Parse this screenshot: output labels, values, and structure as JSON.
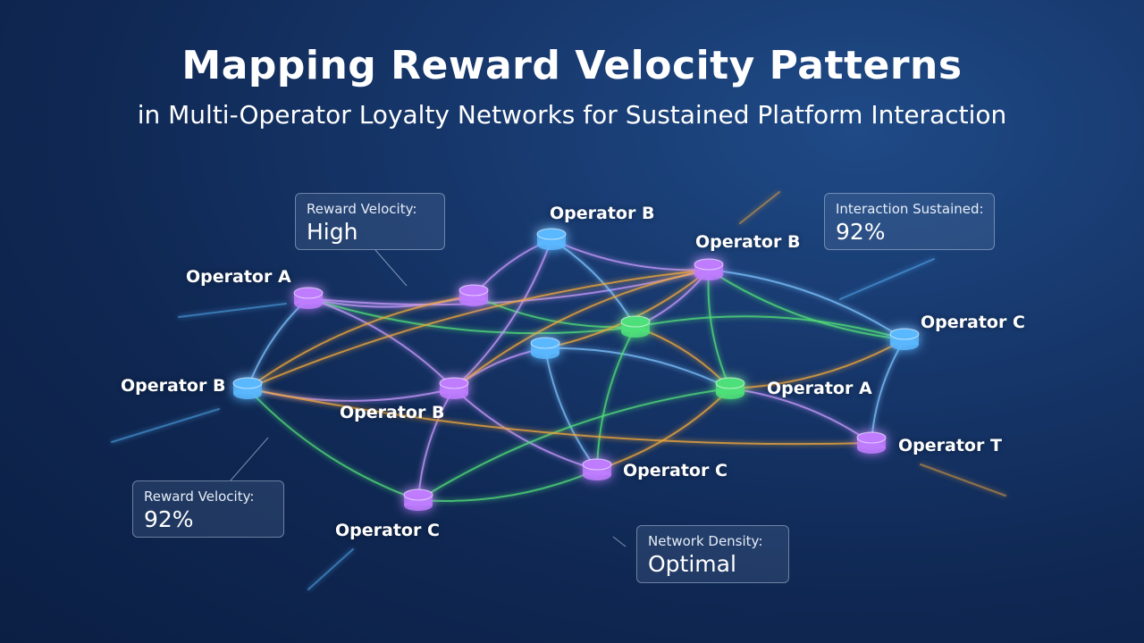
{
  "title": "Mapping Reward Velocity Patterns",
  "subtitle": "in Multi-Operator Loyalty Networks for Sustained Platform Interaction",
  "colors": {
    "blue_node": "#5ab8ff",
    "purple_node": "#c07cff",
    "green_node": "#4ee07a",
    "edge_blue": "#7fc4ff",
    "edge_purple": "#c99bff",
    "edge_green": "#52e07a",
    "edge_orange": "#f2a93b"
  },
  "nodes": [
    {
      "id": "n1",
      "label": "Operator B",
      "color": "blue"
    },
    {
      "id": "n2",
      "label": "Operator B",
      "color": "purple"
    },
    {
      "id": "n3",
      "label": "Operator A",
      "color": "purple"
    },
    {
      "id": "n4",
      "label": "",
      "color": "purple"
    },
    {
      "id": "n5",
      "label": "",
      "color": "green"
    },
    {
      "id": "n6",
      "label": "Operator C",
      "color": "blue"
    },
    {
      "id": "n7",
      "label": "",
      "color": "blue"
    },
    {
      "id": "n8",
      "label": "Operator B",
      "color": "blue"
    },
    {
      "id": "n9",
      "label": "Operator B",
      "color": "purple"
    },
    {
      "id": "n10",
      "label": "Operator A",
      "color": "green"
    },
    {
      "id": "n11",
      "label": "Operator T",
      "color": "purple"
    },
    {
      "id": "n12",
      "label": "Operator C",
      "color": "purple"
    },
    {
      "id": "n13",
      "label": "Operator C",
      "color": "purple"
    }
  ],
  "edges": [
    {
      "from": "n3",
      "to": "n4",
      "color": "purple"
    },
    {
      "from": "n4",
      "to": "n1",
      "color": "purple"
    },
    {
      "from": "n1",
      "to": "n2",
      "color": "purple"
    },
    {
      "from": "n2",
      "to": "n6",
      "color": "blue"
    },
    {
      "from": "n3",
      "to": "n5",
      "color": "green"
    },
    {
      "from": "n5",
      "to": "n6",
      "color": "green"
    },
    {
      "from": "n3",
      "to": "n2",
      "color": "purple"
    },
    {
      "from": "n3",
      "to": "n9",
      "color": "purple"
    },
    {
      "from": "n3",
      "to": "n8",
      "color": "blue"
    },
    {
      "from": "n8",
      "to": "n4",
      "color": "orange"
    },
    {
      "from": "n4",
      "to": "n5",
      "color": "green"
    },
    {
      "from": "n1",
      "to": "n5",
      "color": "blue"
    },
    {
      "from": "n5",
      "to": "n2",
      "color": "purple"
    },
    {
      "from": "n5",
      "to": "n10",
      "color": "orange"
    },
    {
      "from": "n2",
      "to": "n10",
      "color": "green"
    },
    {
      "from": "n2",
      "to": "n7",
      "color": "orange"
    },
    {
      "from": "n2",
      "to": "n6",
      "color": "green"
    },
    {
      "from": "n1",
      "to": "n9",
      "color": "purple"
    },
    {
      "from": "n7",
      "to": "n12",
      "color": "blue"
    },
    {
      "from": "n7",
      "to": "n10",
      "color": "blue"
    },
    {
      "from": "n8",
      "to": "n9",
      "color": "purple"
    },
    {
      "from": "n9",
      "to": "n7",
      "color": "purple"
    },
    {
      "from": "n9",
      "to": "n12",
      "color": "purple"
    },
    {
      "from": "n9",
      "to": "n2",
      "color": "orange"
    },
    {
      "from": "n8",
      "to": "n13",
      "color": "green"
    },
    {
      "from": "n8",
      "to": "n2",
      "color": "orange"
    },
    {
      "from": "n13",
      "to": "n12",
      "color": "green"
    },
    {
      "from": "n13",
      "to": "n10",
      "color": "green"
    },
    {
      "from": "n12",
      "to": "n10",
      "color": "orange"
    },
    {
      "from": "n10",
      "to": "n11",
      "color": "purple"
    },
    {
      "from": "n10",
      "to": "n6",
      "color": "orange"
    },
    {
      "from": "n11",
      "to": "n6",
      "color": "blue"
    },
    {
      "from": "n9",
      "to": "n13",
      "color": "purple"
    },
    {
      "from": "n12",
      "to": "n5",
      "color": "green"
    },
    {
      "from": "n8",
      "to": "n11",
      "color": "orange"
    }
  ],
  "info_boxes": {
    "reward_velocity_high": {
      "caption": "Reward Velocity:",
      "value": "High"
    },
    "interaction_sustained": {
      "caption": "Interaction Sustained:",
      "value": "92%"
    },
    "reward_velocity_pct": {
      "caption": "Reward Velocity:",
      "value": "92%"
    },
    "network_density": {
      "caption": "Network Density:",
      "value": "Optimal"
    }
  }
}
